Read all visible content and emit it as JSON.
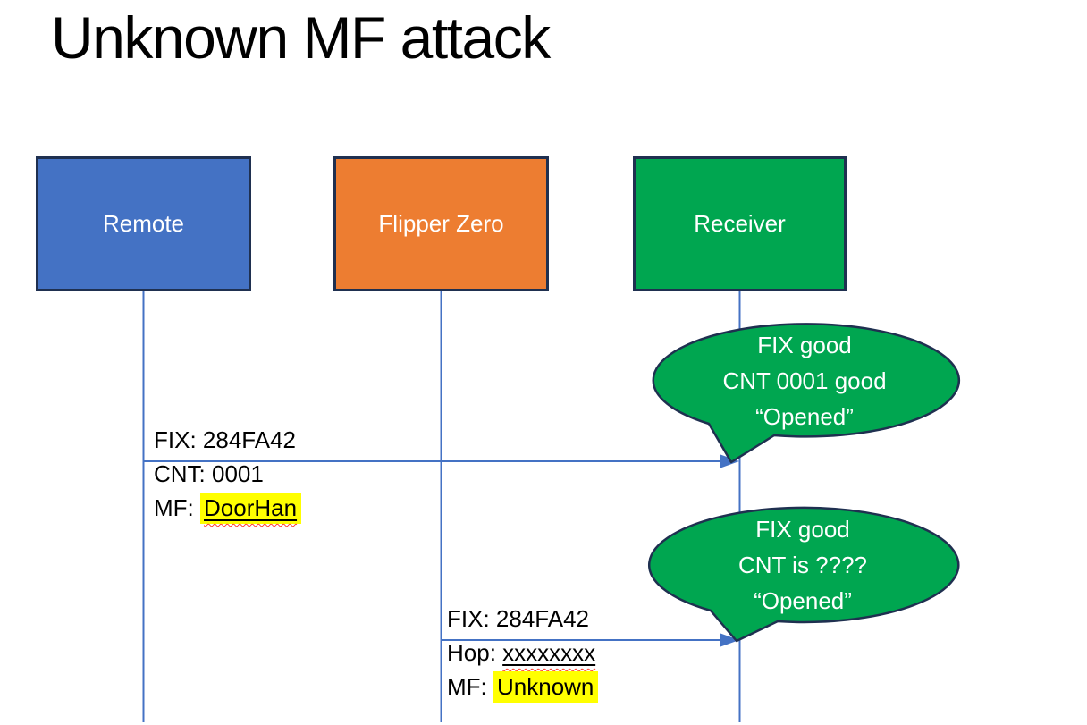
{
  "slide": {
    "title": "Unknown MF attack"
  },
  "actors": [
    {
      "label": "Remote",
      "fill": "#4472C4"
    },
    {
      "label": "Flipper Zero",
      "fill": "#ED7D31"
    },
    {
      "label": "Receiver",
      "fill": "#00A650"
    }
  ],
  "messages": [
    {
      "from": "Remote",
      "to": "Receiver",
      "fix": "FIX: 284FA42",
      "cnt": "CNT: 0001",
      "mf_prefix": "MF: ",
      "mf_value": "DoorHan"
    },
    {
      "from": "Flipper Zero",
      "to": "Receiver",
      "fix": "FIX: 284FA42",
      "hop_prefix": "Hop: ",
      "hop_value": "xxxxxxxx",
      "mf_prefix": "MF: ",
      "mf_value": "Unknown"
    }
  ],
  "callouts": [
    {
      "line1": "FIX good",
      "line2": "CNT 0001 good",
      "line3": "“Opened”"
    },
    {
      "line1": "FIX good",
      "line2": "CNT is ????",
      "line3": "“Opened”"
    }
  ],
  "colors": {
    "accent_blue": "#4472C4",
    "accent_orange": "#ED7D31",
    "accent_green": "#00A650",
    "outline_navy": "#1F3050",
    "connector_blue": "#4472C4",
    "highlight_yellow": "#FFFF00",
    "spellcheck_red": "#FF3B30",
    "title_black": "#000000",
    "label_white": "#FFFFFF"
  }
}
